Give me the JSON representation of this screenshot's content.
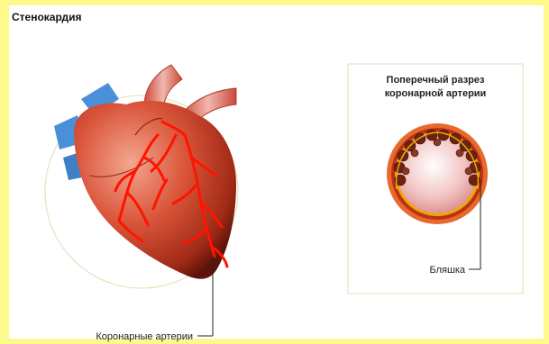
{
  "title": "Стенокардия",
  "heart": {
    "label": "Коронарные артерии"
  },
  "cross_section": {
    "title_line1": "Поперечный разрез",
    "title_line2": "коронарной артерии",
    "plaque_label": "Бляшка"
  },
  "colors": {
    "background": "#fdf98a",
    "heart": "#c9442c",
    "arteries": "#ff1400",
    "veins": "#4a90d9",
    "plaque": "#6b2412",
    "artery_wall": "#e86a2a",
    "plaque_line": "#f0a800"
  }
}
